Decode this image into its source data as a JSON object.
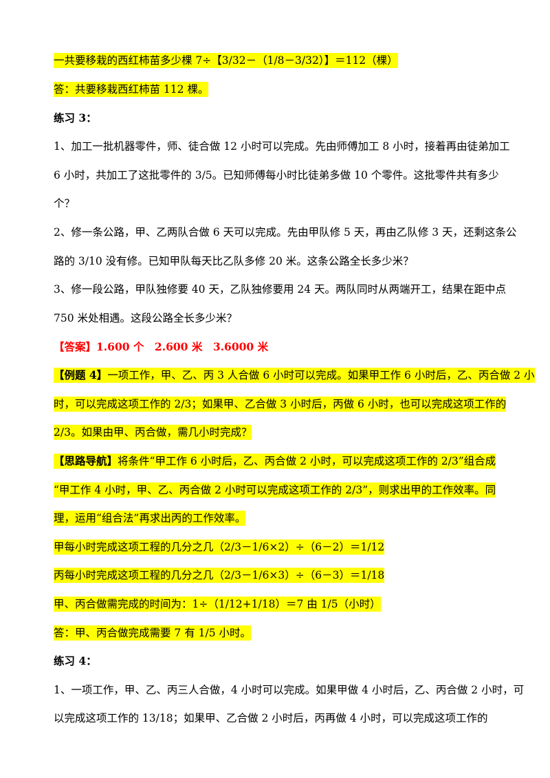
{
  "lines": [
    "一共要移栽的西红柿苗多少棵 7÷【3/32－（1/8－3/32）】＝112（棵）",
    "答：共要移栽西红柿苗 112 棵。",
    "练习 3：",
    "1、加工一批机器零件，师、徒合做 12 小时可以完成。先由师傅加工 8 小时，接着再由徒弟加工",
    "6 小时，共加工了这批零件的 3/5。已知师傅每小时比徒弟多做 10 个零件。这批零件共有多少",
    "个？",
    "2、修一条公路，甲、乙两队合做 6 天可以完成。先由甲队修 5 天，再由乙队修 3 天，还剩这条公",
    "路的 3/10 没有修。已知甲队每天比乙队多修 20 米。这条公路全长多少米？",
    "3、修一段公路，甲队独修要 40 天，乙队独修要用 24 天。两队同时从两端开工，结果在距中点",
    "750 米处相遇。这段公路全长多少米？",
    "【答案】1.600 个　2.600 米　3.6000 米",
    "【例题 4】",
    "一项工作，甲、乙、丙 3 人合做 6 小时可以完成。如果甲工作 6 小时后，乙、丙合做 2 小",
    "时，可以完成这项工作的 2/3；如果甲、乙合做 3 小时后，丙做 6 小时，也可以完成这项工作的",
    "2/3。如果由甲、丙合做，需几小时完成？",
    "【思路导航】",
    "将条件“甲工作 6 小时后，乙、丙合做 2 小时，可以完成这项工作的 2/3”组合成",
    "“甲工作 4 小时，甲、乙、丙合做 2 小时可以完成这项工作的 2/3”，则求出甲的工作效率。同",
    "理，运用“组合法”再求出丙的工作效率。",
    "甲每小时完成这项工程的几分之几（2/3－1/6×2）÷（6－2）＝1/12",
    "丙每小时完成这项工程的几分之几（2/3－1/6×3）÷（6－3）＝1/18",
    "甲、丙合做需完成的时间为：1÷（1/12+1/18）＝7 由 1/5（小时）",
    "答：甲、丙合做完成需要 7 有 1/5 小时。",
    "练习 4：",
    "1、一项工作，甲、乙、丙三人合做，4 小时可以完成。如果甲做 4 小时后，乙、丙合做 2 小时，可",
    "以完成这项工作的 13/18；如果甲、乙合做 2 小时后，丙再做 4 小时，可以完成这项工作的"
  ],
  "colors": {
    "highlight": "#ffff00",
    "answer_red": "#ff0000",
    "text": "#000000"
  }
}
